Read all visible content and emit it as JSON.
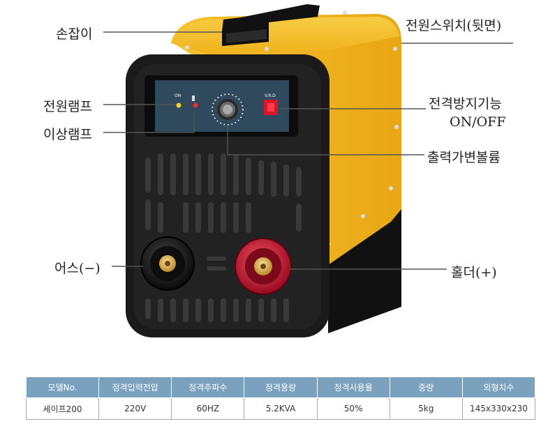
{
  "callouts": {
    "handle": "손잡이",
    "power_lamp": "전원램프",
    "error_lamp": "이상램프",
    "ground": "어스(−)",
    "power_switch": "전원스위치(뒷면)",
    "vrd_line1": "전격방지기능",
    "vrd_line2": "ON/OFF",
    "volume": "출력가변볼륨",
    "holder": "홀더(+)"
  },
  "panel": {
    "on_label": "ON",
    "vrd_label": "V.R.D"
  },
  "colors": {
    "body_yellow": "#f2b21a",
    "front_black": "#1a1a1a",
    "panel_blue": "#2f4a5c",
    "holder_red": "#c8102e",
    "table_header": "#7aa2bf"
  },
  "spec_table": {
    "headers": [
      "모델No.",
      "정격입력전압",
      "정격주파수",
      "정격용량",
      "정격사용율",
      "중량",
      "외형치수"
    ],
    "rows": [
      [
        "세이프200",
        "220V",
        "60HZ",
        "5.2KVA",
        "50%",
        "5kg",
        "145x330x230"
      ]
    ]
  }
}
